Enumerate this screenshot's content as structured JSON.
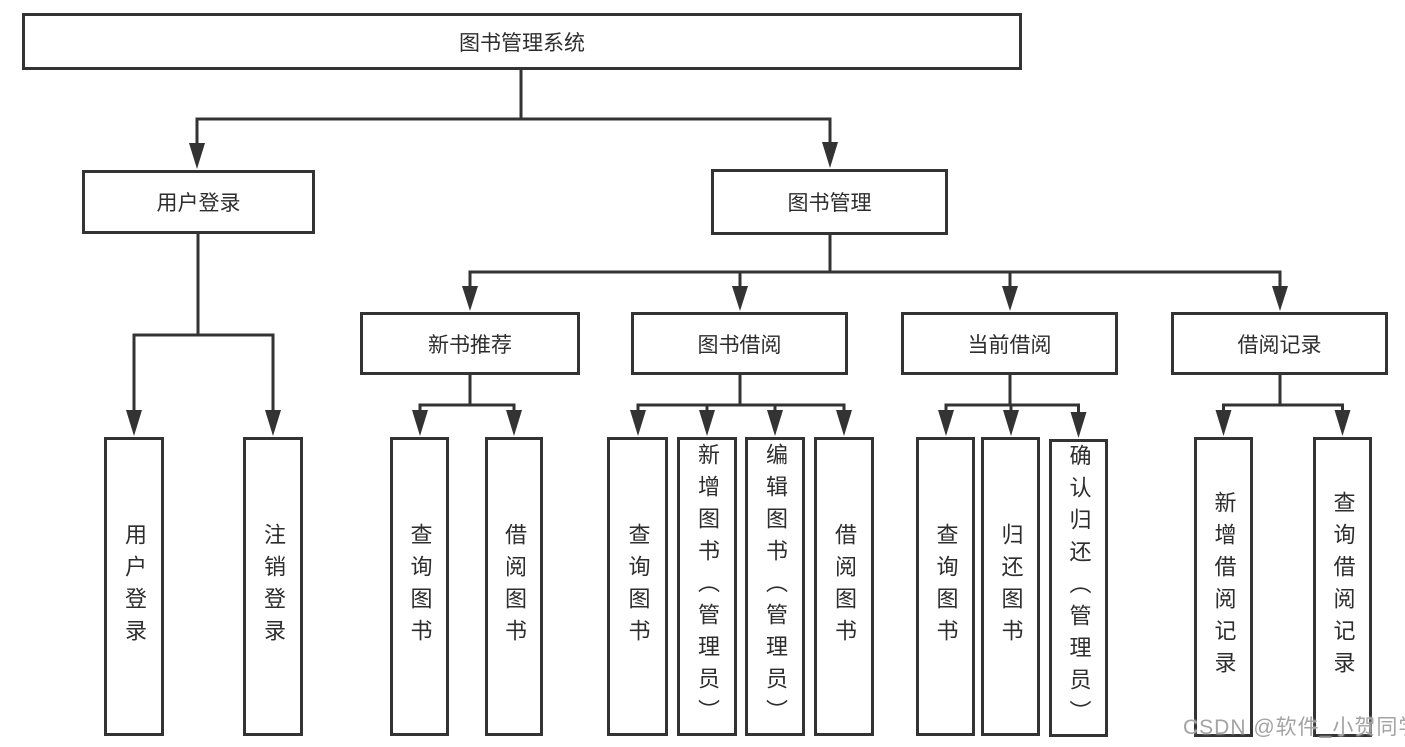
{
  "diagram": {
    "title": "图书管理系统",
    "nodes": {
      "root": "图书管理系统",
      "login": "用户登录",
      "mgmt": "图书管理",
      "newrec": "新书推荐",
      "borrow": "图书借阅",
      "current": "当前借阅",
      "records": "借阅记录",
      "login_user": "用户登录",
      "login_logout": "注销登录",
      "rec_query": "查询图书",
      "rec_borrow": "借阅图书",
      "bor_query": "查询图书",
      "bor_add": "新增图书（管理员）",
      "bor_edit": "编辑图书（管理员）",
      "bor_borrow": "借阅图书",
      "cur_query": "查询图书",
      "cur_return": "归还图书",
      "cur_confirm": "确认归还（管理员）",
      "recd_add": "新增借阅记录",
      "recd_query": "查询借阅记录"
    },
    "edges": [
      "图书管理系统→用户登录",
      "图书管理系统→图书管理",
      "用户登录→用户登录",
      "用户登录→注销登录",
      "图书管理→新书推荐",
      "图书管理→图书借阅",
      "图书管理→当前借阅",
      "图书管理→借阅记录",
      "新书推荐→查询图书",
      "新书推荐→借阅图书",
      "图书借阅→查询图书",
      "图书借阅→新增图书（管理员）",
      "图书借阅→编辑图书（管理员）",
      "图书借阅→借阅图书",
      "当前借阅→查询图书",
      "当前借阅→归还图书",
      "当前借阅→确认归还（管理员）",
      "借阅记录→新增借阅记录",
      "借阅记录→查询借阅记录"
    ]
  },
  "watermark": "CSDN @软件_小贺同学",
  "colors": {
    "line": "#333333",
    "box_border": "#333333",
    "text": "#2d2d2d",
    "watermark": "#a3a3a3",
    "background": "#ffffff"
  }
}
